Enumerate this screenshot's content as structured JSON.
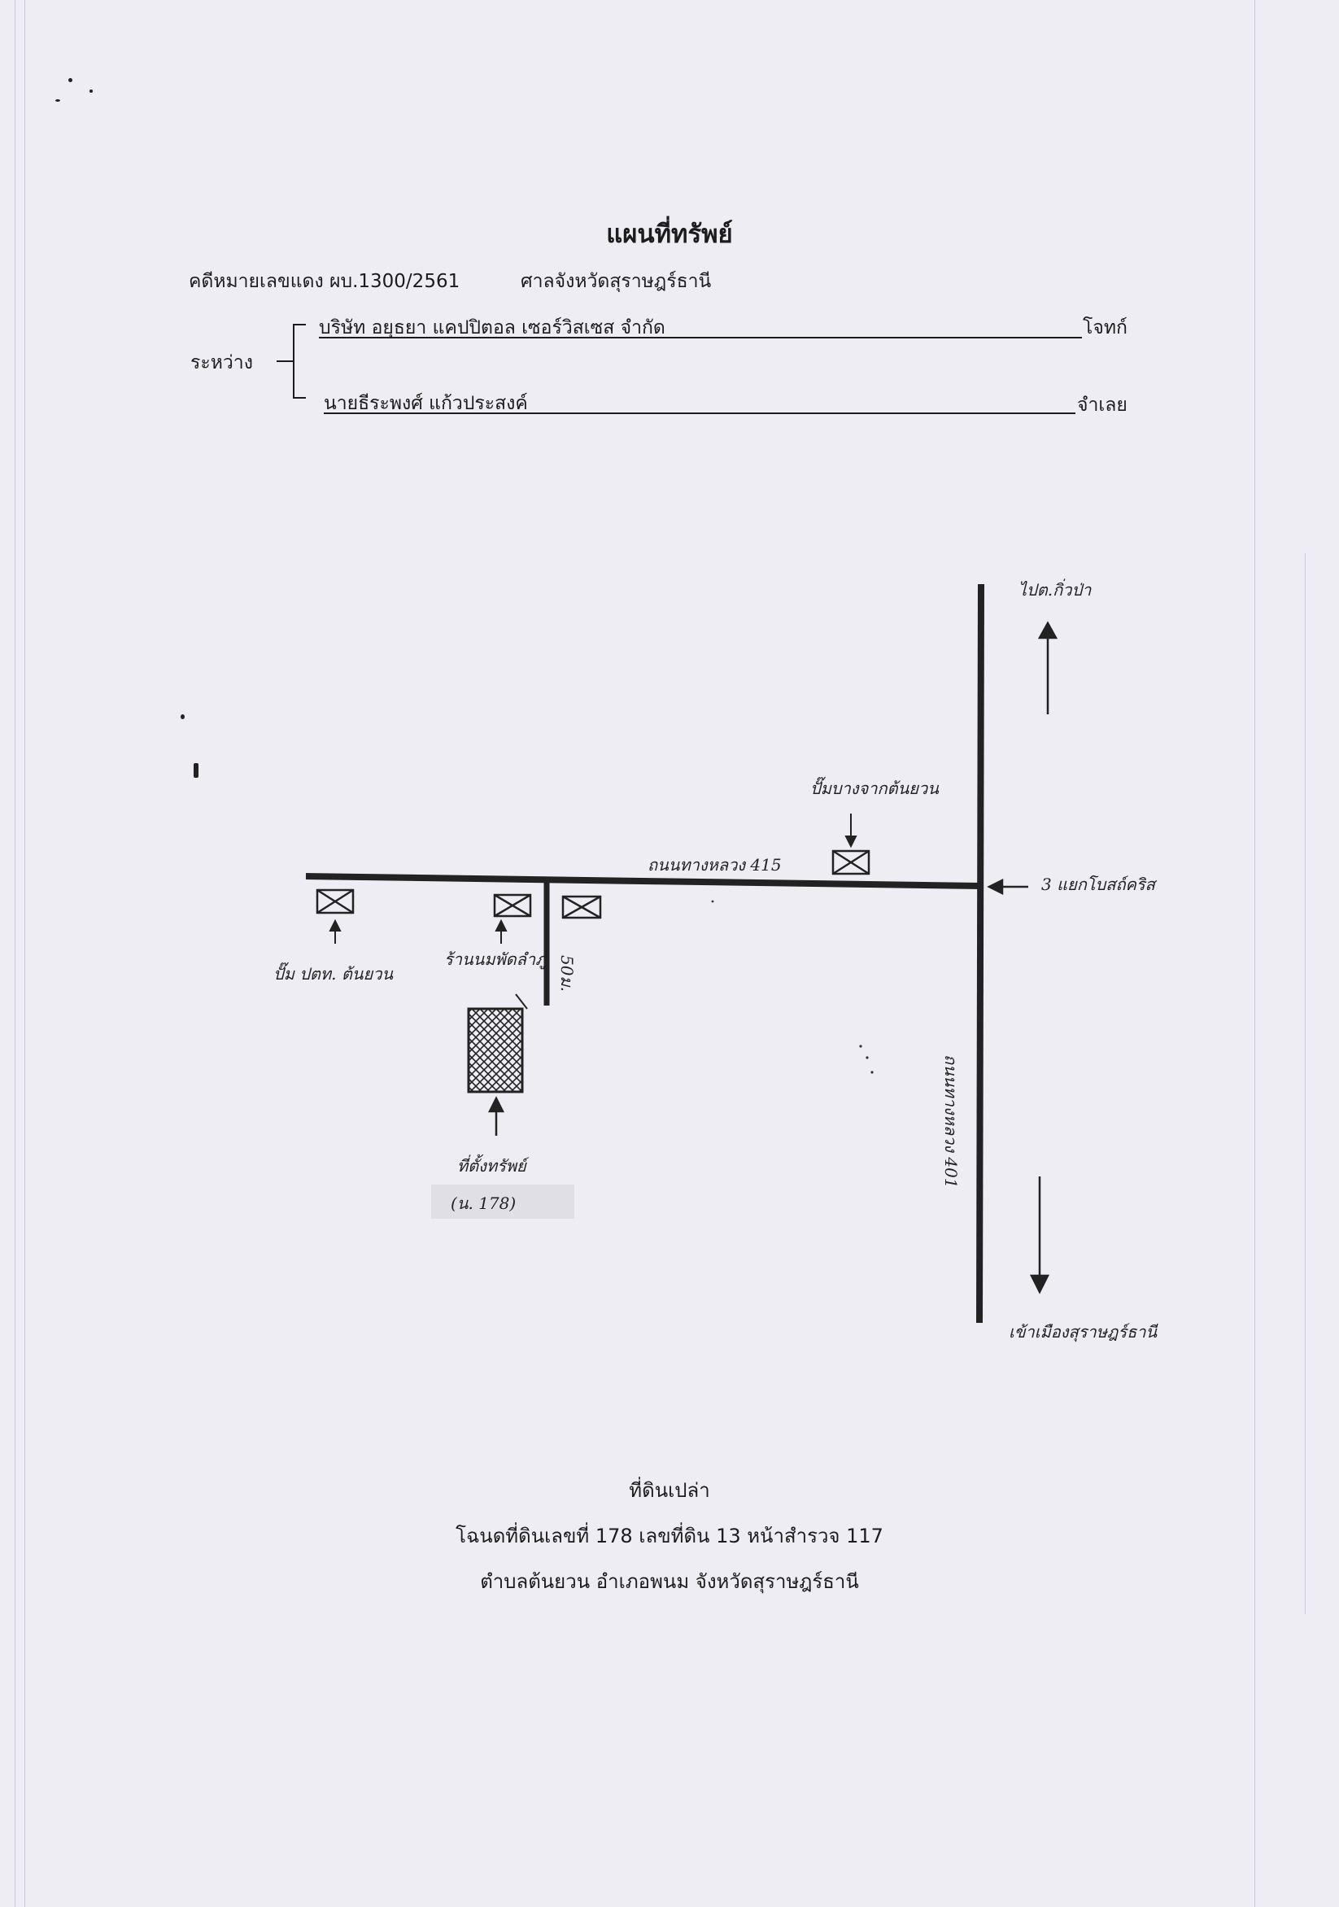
{
  "title": "แผนที่ทรัพย์",
  "case": {
    "number": "คดีหมายเลขแดง ผบ.1300/2561",
    "court": "ศาลจังหวัดสุราษฎร์ธานี"
  },
  "parties": {
    "between_label": "ระหว่าง",
    "plaintiff": {
      "name": "บริษัท อยุธยา แคปปิตอล เซอร์วิสเซส จำกัด",
      "role": "โจทก์"
    },
    "defendant": {
      "name": "นายธีระพงศ์ แก้วประสงค์",
      "role": "จำเลย"
    }
  },
  "sketch_map": {
    "north_destination": "ไปต.กิ่วป่า",
    "south_destination": "เข้าเมืองสุราษฎร์ธานี",
    "junction_label": "3 แยกโบสถ์คริส",
    "road_east_west": "ถนนทางหลวง 415",
    "road_north_south": "ถนนทางหลวง 401",
    "gas_station_label": "ปั๊มบางจากต้นยวน",
    "shop_label": "ปั๊ม ปตท. ต้นยวน",
    "farm_label": "ร้านนมพัดลำภู",
    "lane_distance": "50ม.",
    "property_label": "ที่ตั้งทรัพย์",
    "property_deed": "(น. 178)"
  },
  "footer": {
    "land_type": "ที่ดินเปล่า",
    "deed": "โฉนดที่ดินเลขที่ 178 เลขที่ดิน 13 หน้าสำรวจ 117",
    "location": "ตำบลต้นยวน อำเภอพนม จังหวัดสุราษฎร์ธานี"
  }
}
